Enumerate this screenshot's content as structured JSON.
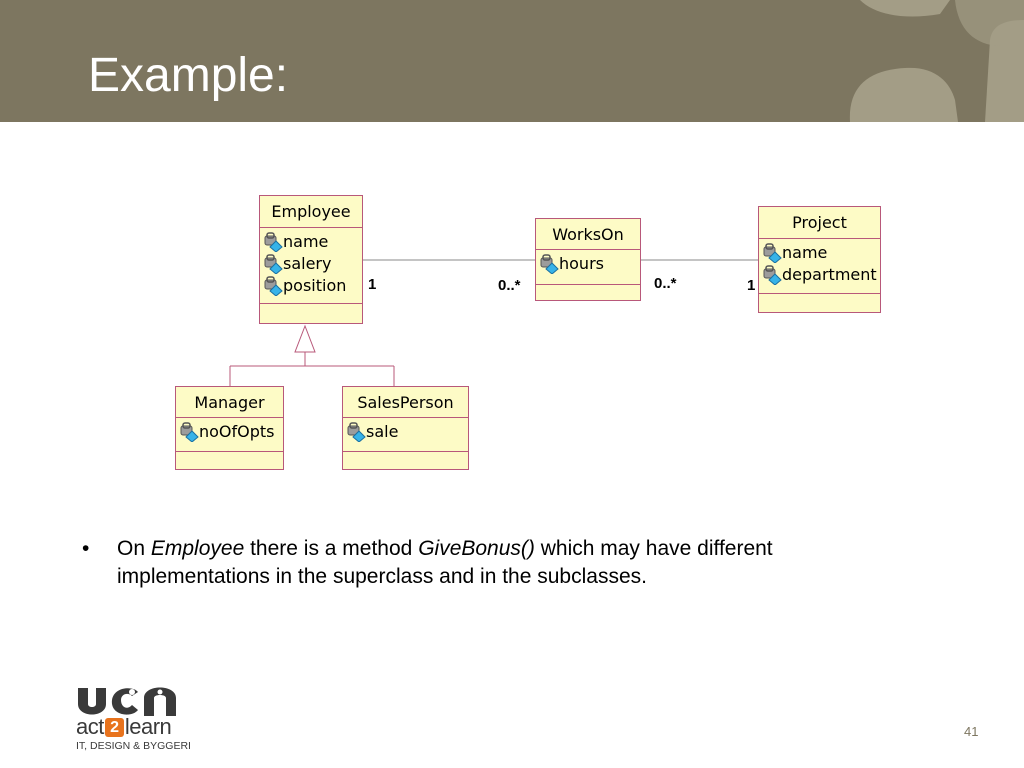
{
  "slide": {
    "title": "Example:",
    "page_number": "41"
  },
  "diagram": {
    "classes": [
      {
        "name": "Employee",
        "attributes": [
          "name",
          "salery",
          "position"
        ]
      },
      {
        "name": "WorksOn",
        "attributes": [
          "hours"
        ]
      },
      {
        "name": "Project",
        "attributes": [
          "name",
          "department"
        ]
      },
      {
        "name": "Manager",
        "attributes": [
          "noOfOpts"
        ]
      },
      {
        "name": "SalesPerson",
        "attributes": [
          "sale"
        ]
      }
    ],
    "multiplicities": {
      "employee_end": "1",
      "workson_left": "0..*",
      "workson_right": "0..*",
      "project_end": "1"
    }
  },
  "bullet": {
    "pre": "On ",
    "em1": "Employee",
    "mid": " there is a method ",
    "em2": "GiveBonus()",
    "post": " which may have different implementations in the superclass and in the subclasses."
  },
  "logo": {
    "brand": "ucn",
    "act": "act",
    "num": "2",
    "learn": "learn",
    "subtitle": "IT, DESIGN & BYGGERI"
  },
  "colors": {
    "header": "#7d7660",
    "class_fill": "#fdfbc6",
    "class_border": "#b8587a",
    "accent": "#e8731d"
  }
}
